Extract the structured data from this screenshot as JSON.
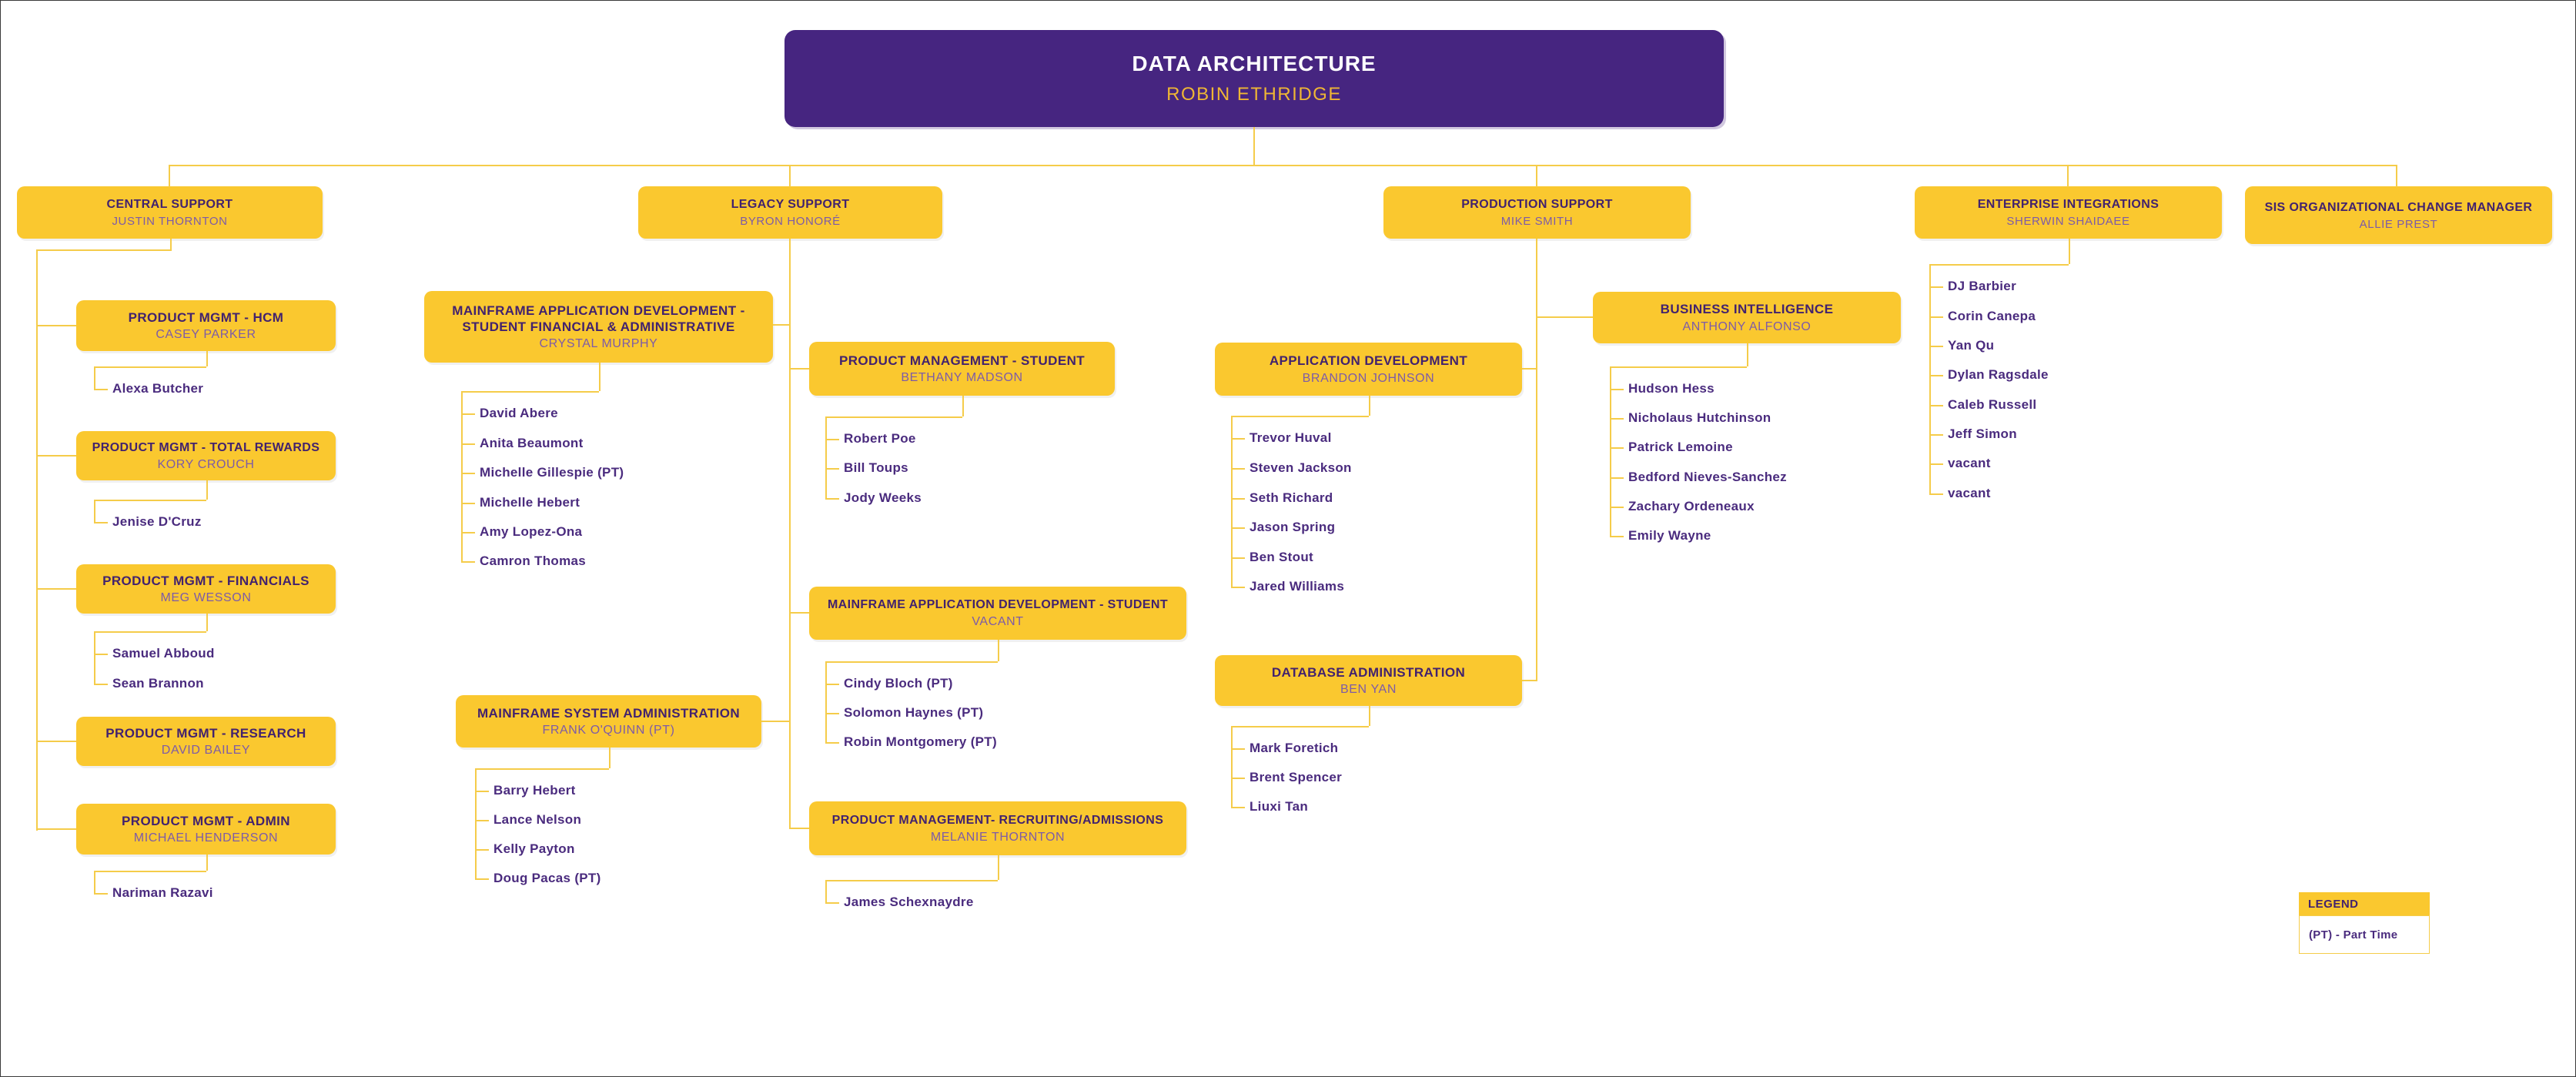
{
  "root": {
    "title": "DATA ARCHITECTURE",
    "name": "ROBIN ETHRIDGE"
  },
  "colors": {
    "box_yellow": "#FAC82F",
    "header_purple": "#462580",
    "title_text": "#42226E",
    "subtitle_text": "#7D5BA8",
    "member_text": "#4A2B7E",
    "connector_line": "#F5CC4A",
    "header_name_gold": "#EFB634"
  },
  "legend": {
    "title": "LEGEND",
    "entries": [
      "(PT) - Part Time"
    ]
  },
  "departments": [
    {
      "id": "central",
      "title": "CENTRAL SUPPORT",
      "name": "JUSTIN THORNTON",
      "children": [
        {
          "id": "hcm",
          "title": "PRODUCT MGMT - HCM",
          "name": "CASEY PARKER",
          "members": [
            "Alexa Butcher"
          ]
        },
        {
          "id": "rewards",
          "title": "PRODUCT MGMT - TOTAL REWARDS",
          "name": "KORY CROUCH",
          "members": [
            "Jenise D'Cruz"
          ]
        },
        {
          "id": "financials",
          "title": "PRODUCT MGMT - FINANCIALS",
          "name": "MEG WESSON",
          "members": [
            "Samuel Abboud",
            "Sean Brannon"
          ]
        },
        {
          "id": "research",
          "title": "PRODUCT MGMT - RESEARCH",
          "name": "DAVID BAILEY",
          "members": []
        },
        {
          "id": "admin",
          "title": "PRODUCT MGMT - ADMIN",
          "name": "MICHAEL HENDERSON",
          "members": [
            "Nariman Razavi"
          ]
        }
      ]
    },
    {
      "id": "legacy",
      "title": "LEGACY SUPPORT",
      "name": "BYRON HONORÉ",
      "children": [
        {
          "id": "mad_sfa",
          "title": "MAINFRAME APPLICATION  DEVELOPMENT - STUDENT FINANCIAL & ADMINISTRATIVE",
          "name": "CRYSTAL MURPHY",
          "members": [
            "David Abere",
            "Anita Beaumont",
            "Michelle Gillespie (PT)",
            "Michelle Hebert",
            "Amy Lopez-Ona",
            "Camron Thomas"
          ]
        },
        {
          "id": "pm_student",
          "title": "PRODUCT MANAGEMENT - STUDENT",
          "name": "BETHANY MADSON",
          "members": [
            "Robert Poe",
            "Bill Toups",
            "Jody Weeks"
          ]
        },
        {
          "id": "msa",
          "title": "MAINFRAME SYSTEM ADMINISTRATION",
          "name": "FRANK O'QUINN (PT)",
          "members": [
            "Barry Hebert",
            "Lance Nelson",
            "Kelly Payton",
            "Doug Pacas (PT)"
          ]
        },
        {
          "id": "mad_student",
          "title": "MAINFRAME APPLICATION DEVELOPMENT - STUDENT",
          "name": "VACANT",
          "members": [
            "Cindy Bloch (PT)",
            "Solomon Haynes (PT)",
            "Robin Montgomery (PT)"
          ]
        },
        {
          "id": "pm_recruiting",
          "title": "PRODUCT MANAGEMENT- RECRUITING/ADMISSIONS",
          "name": "MELANIE THORNTON",
          "members": [
            "James Schexnaydre"
          ]
        }
      ]
    },
    {
      "id": "production",
      "title": "PRODUCTION SUPPORT",
      "name": "MIKE SMITH",
      "children": [
        {
          "id": "appdev",
          "title": "APPLICATION DEVELOPMENT",
          "name": "BRANDON JOHNSON",
          "members": [
            "Trevor Huval",
            "Steven Jackson",
            "Seth Richard",
            "Jason Spring",
            "Ben Stout",
            "Jared Williams"
          ]
        },
        {
          "id": "bi",
          "title": "BUSINESS INTELLIGENCE",
          "name": "ANTHONY ALFONSO",
          "members": [
            "Hudson Hess",
            "Nicholaus Hutchinson",
            "Patrick Lemoine",
            "Bedford Nieves-Sanchez",
            "Zachary Ordeneaux",
            "Emily Wayne"
          ]
        },
        {
          "id": "dba",
          "title": "DATABASE ADMINISTRATION",
          "name": "BEN YAN",
          "members": [
            "Mark Foretich",
            "Brent Spencer",
            "Liuxi Tan"
          ]
        }
      ]
    },
    {
      "id": "enterprise",
      "title": "ENTERPRISE INTEGRATIONS",
      "name": "SHERWIN SHAIDAEE",
      "members": [
        "DJ Barbier",
        "Corin Canepa",
        "Yan Qu",
        "Dylan Ragsdale",
        "Caleb Russell",
        "Jeff Simon",
        "vacant",
        "vacant"
      ]
    },
    {
      "id": "sis",
      "title": "SIS ORGANIZATIONAL CHANGE MANAGER",
      "name": "ALLIE PREST"
    }
  ]
}
